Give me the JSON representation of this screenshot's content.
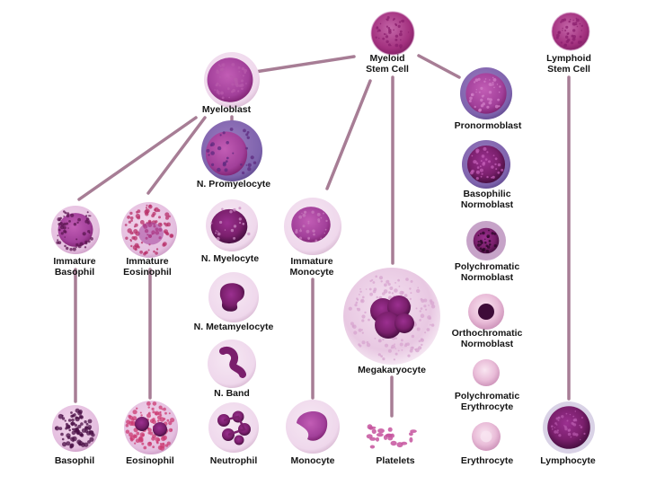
{
  "colors": {
    "connector": "#a77d95",
    "cytoplasm_light": "#efd8ec",
    "cytoplasm_pink": "#e4bedf",
    "nucleus_dark": "#7a1f6c",
    "nucleus_mid": "#a2409a",
    "nucleus_very_dark": "#3d0b38",
    "rbc_pink": "#e9bcd8",
    "stem_cell": "#a3317f",
    "label_text": "#151515"
  },
  "cells": {
    "myeloid_stem": {
      "label": [
        "Myeloid",
        "Stem Cell"
      ],
      "icon": "myeloid-stem-cell-icon"
    },
    "lymphoid_stem": {
      "label": [
        "Lymphoid",
        "Stem Cell"
      ],
      "icon": "lymphoid-stem-cell-icon"
    },
    "myeloblast": {
      "label": [
        "Myeloblast"
      ],
      "icon": "myeloblast-icon"
    },
    "promyelocyte": {
      "label": [
        "N. Promyelocyte"
      ],
      "icon": "promyelocyte-icon"
    },
    "myelocyte": {
      "label": [
        "N. Myelocyte"
      ],
      "icon": "myelocyte-icon"
    },
    "metamyelocyte": {
      "label": [
        "N. Metamyelocyte"
      ],
      "icon": "metamyelocyte-icon"
    },
    "band": {
      "label": [
        "N. Band"
      ],
      "icon": "band-neutrophil-icon"
    },
    "neutrophil": {
      "label": [
        "Neutrophil"
      ],
      "icon": "neutrophil-icon"
    },
    "imm_basophil": {
      "label": [
        "Immature",
        "Basophil"
      ],
      "icon": "immature-basophil-icon"
    },
    "basophil": {
      "label": [
        "Basophil"
      ],
      "icon": "basophil-icon"
    },
    "imm_eosinophil": {
      "label": [
        "Immature",
        "Eosinophil"
      ],
      "icon": "immature-eosinophil-icon"
    },
    "eosinophil": {
      "label": [
        "Eosinophil"
      ],
      "icon": "eosinophil-icon"
    },
    "imm_monocyte": {
      "label": [
        "Immature",
        "Monocyte"
      ],
      "icon": "immature-monocyte-icon"
    },
    "monocyte": {
      "label": [
        "Monocyte"
      ],
      "icon": "monocyte-icon"
    },
    "megakaryocyte": {
      "label": [
        "Megakaryocyte"
      ],
      "icon": "megakaryocyte-icon"
    },
    "platelets": {
      "label": [
        "Platelets"
      ],
      "icon": "platelets-icon"
    },
    "pronormoblast": {
      "label": [
        "Pronormoblast"
      ],
      "icon": "pronormoblast-icon"
    },
    "basophilic_normoblast": {
      "label": [
        "Basophilic",
        "Normoblast"
      ],
      "icon": "basophilic-normoblast-icon"
    },
    "polychromatic_normoblast": {
      "label": [
        "Polychromatic",
        "Normoblast"
      ],
      "icon": "polychromatic-normoblast-icon"
    },
    "orthochromatic_normoblast": {
      "label": [
        "Orthochromatic",
        "Normoblast"
      ],
      "icon": "orthochromatic-normoblast-icon"
    },
    "polychromatic_erythrocyte": {
      "label": [
        "Polychromatic",
        "Erythrocyte"
      ],
      "icon": "polychromatic-erythrocyte-icon"
    },
    "erythrocyte": {
      "label": [
        "Erythrocyte"
      ],
      "icon": "erythrocyte-icon"
    },
    "lymphocyte": {
      "label": [
        "Lymphocyte"
      ],
      "icon": "lymphocyte-icon"
    }
  },
  "connections": [
    [
      "myeloid_stem",
      "myeloblast"
    ],
    [
      "myeloid_stem",
      "pronormoblast"
    ],
    [
      "myeloid_stem",
      "megakaryocyte"
    ],
    [
      "myeloid_stem",
      "imm_monocyte"
    ],
    [
      "myeloblast",
      "imm_basophil"
    ],
    [
      "myeloblast",
      "imm_eosinophil"
    ],
    [
      "myeloblast",
      "promyelocyte"
    ],
    [
      "imm_basophil",
      "basophil"
    ],
    [
      "imm_eosinophil",
      "eosinophil"
    ],
    [
      "imm_monocyte",
      "monocyte"
    ],
    [
      "megakaryocyte",
      "platelets"
    ],
    [
      "lymphoid_stem",
      "lymphocyte"
    ]
  ]
}
